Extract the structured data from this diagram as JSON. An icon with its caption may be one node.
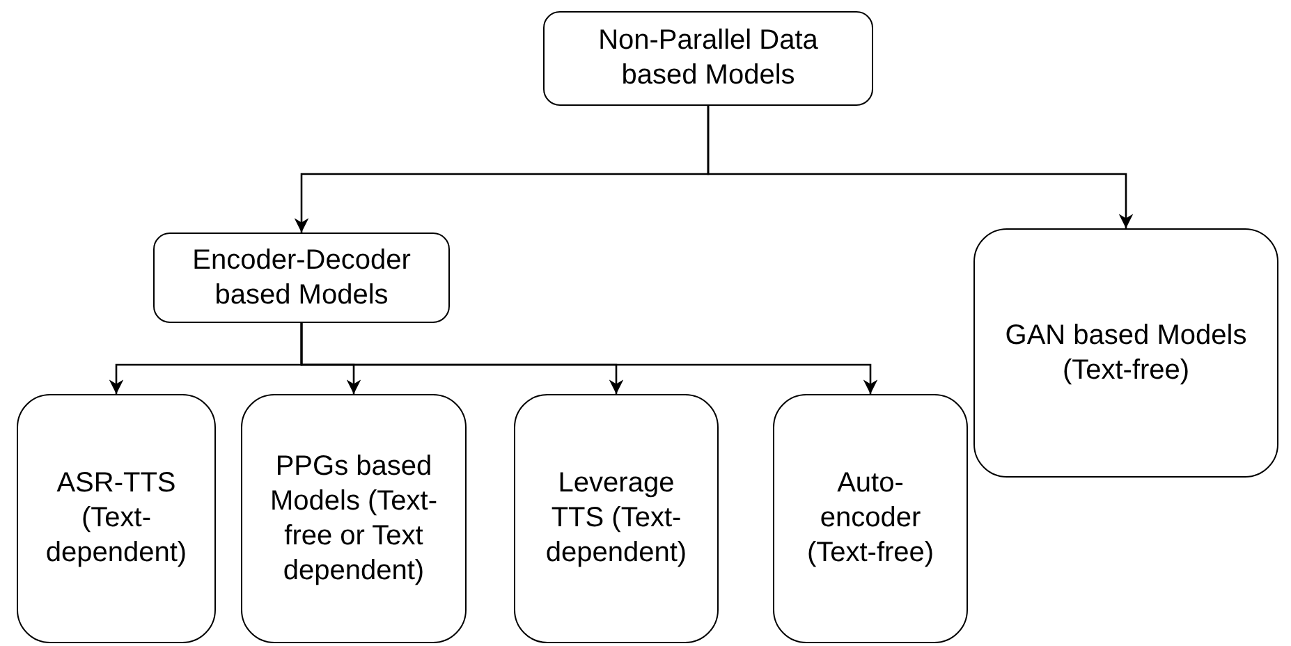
{
  "diagram": {
    "nodes": [
      {
        "text": [
          "Non-Parallel Data based Models"
        ]
      },
      {
        "text": [
          "Encoder-Decoder based Models"
        ]
      },
      {
        "text": [
          "GAN based Models (Text-free)"
        ]
      },
      {
        "text": [
          "ASR-TTS (Text-dependent)"
        ]
      },
      {
        "text": [
          "PPGs based Models (Text-free or Text dependent)"
        ]
      },
      {
        "text": [
          "Leverage TTS (Text-dependent)"
        ]
      },
      {
        "text": [
          "Auto-encoder (Text-free)"
        ]
      }
    ],
    "edges": [
      {
        "from": 0,
        "to": 1,
        "arrow": "to"
      },
      {
        "from": 0,
        "to": 2,
        "arrow": "to"
      },
      {
        "from": 1,
        "to": 3,
        "arrow": "to"
      },
      {
        "from": 1,
        "to": 4,
        "arrow": "to"
      },
      {
        "from": 1,
        "to": 5,
        "arrow": "to"
      },
      {
        "from": 1,
        "to": 6,
        "arrow": "to"
      }
    ]
  }
}
